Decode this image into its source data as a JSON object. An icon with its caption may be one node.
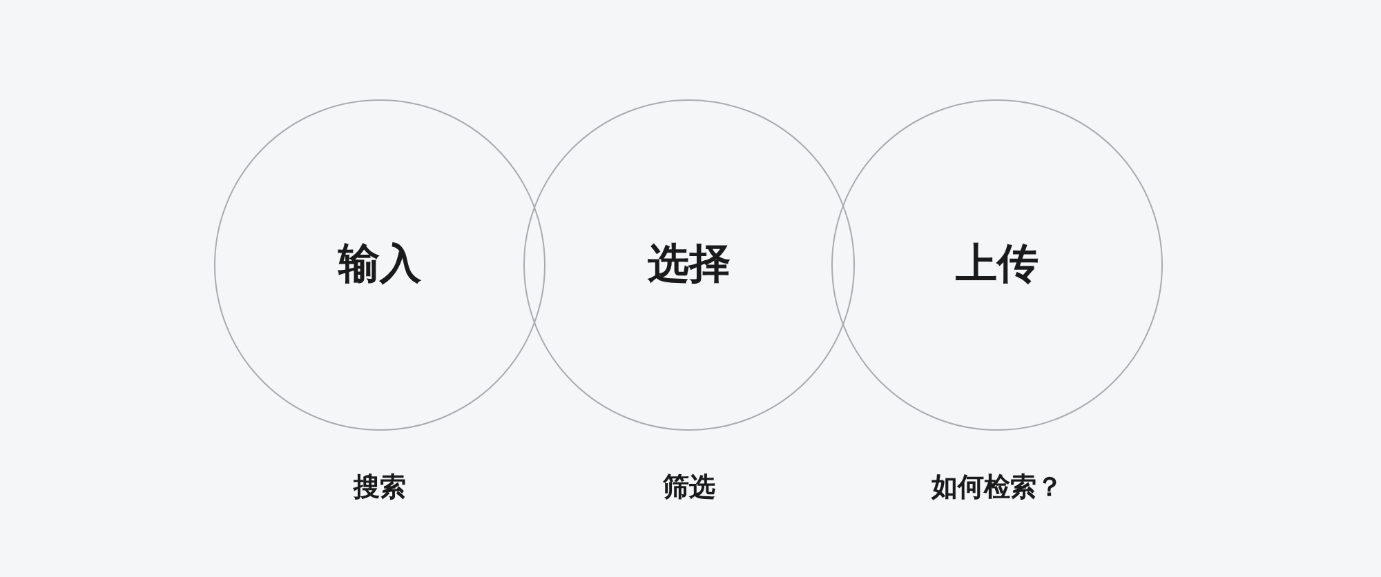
{
  "diagram": {
    "nodes": [
      {
        "text": [
          "输入"
        ],
        "beside": [
          "搜索"
        ]
      },
      {
        "text": [
          "选择"
        ],
        "beside": [
          "筛选"
        ]
      },
      {
        "text": [
          "上传"
        ],
        "beside": [
          "如何检索？"
        ]
      }
    ]
  }
}
